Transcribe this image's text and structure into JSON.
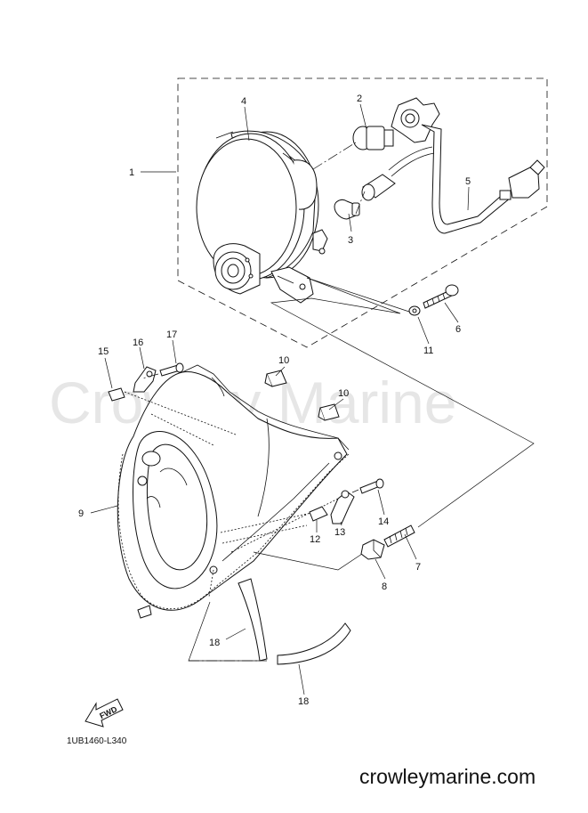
{
  "watermark": "Crowley Marine",
  "diagram_code": "1UB1460-L340",
  "website": "crowleymarine.com",
  "fwd_label": "FWD",
  "callouts": {
    "c1": "1",
    "c2": "2",
    "c3": "3",
    "c4": "4",
    "c5": "5",
    "c6": "6",
    "c7": "7",
    "c8": "8",
    "c9": "9",
    "c10a": "10",
    "c10b": "10",
    "c11": "11",
    "c12": "12",
    "c13": "13",
    "c14": "14",
    "c15": "15",
    "c16": "16",
    "c17": "17",
    "c18a": "18",
    "c18b": "18"
  }
}
